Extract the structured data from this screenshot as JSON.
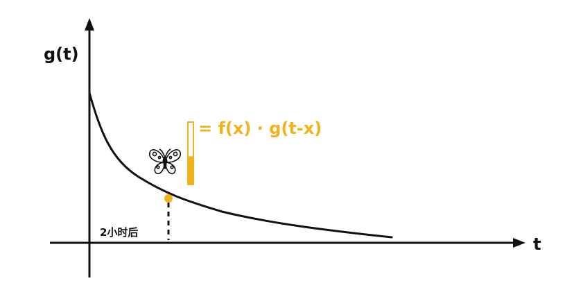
{
  "axes": {
    "y_label": "g(t)",
    "x_label": "t"
  },
  "equation": {
    "text": "= f(x) · g(t-x)"
  },
  "marker": {
    "label": "2小时后"
  },
  "colors": {
    "curve": "#111111",
    "axis": "#111111",
    "accent": "#F2B21C",
    "bar_outline": "#F2B21C"
  },
  "bar_indicator": {
    "fill_fraction": 0.45
  },
  "icons": {
    "butterfly": "butterfly-icon"
  }
}
